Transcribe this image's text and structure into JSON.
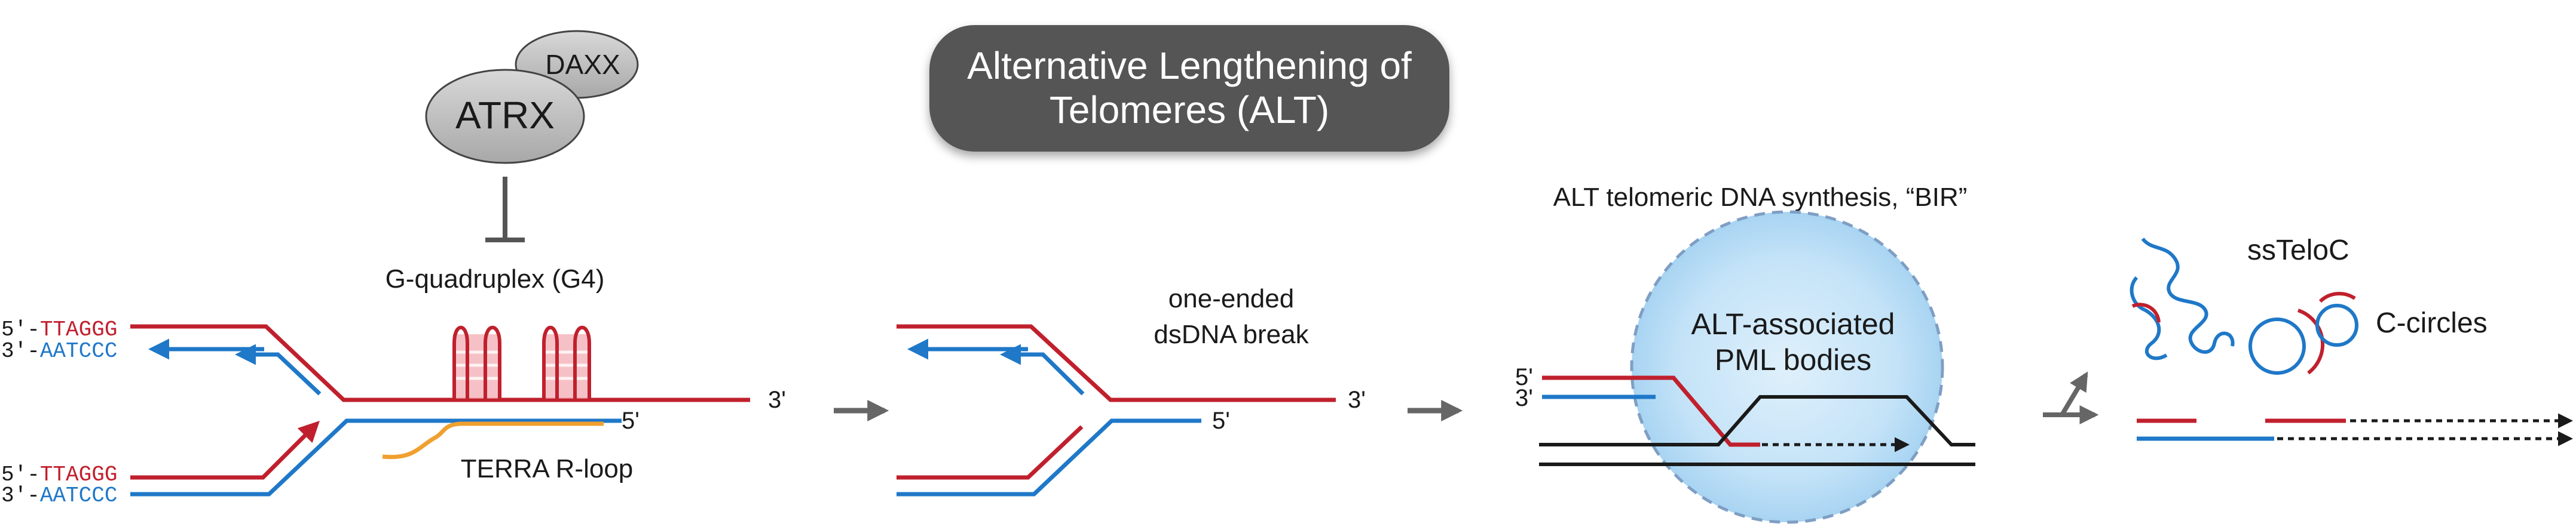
{
  "title": {
    "line1": "Alternative Lengthening of",
    "line2": "Telomeres (ALT)"
  },
  "panel1": {
    "protein_atrx": "ATRX",
    "protein_daxx": "DAXX",
    "g4_label": "G-quadruplex (G4)",
    "rloop_label": "TERRA R-loop",
    "top_strand_top_prefix": "5'-",
    "top_strand_top_seq": "TTAGGG",
    "top_strand_bottom_prefix": "3'-",
    "top_strand_bottom_seq": "AATCCC",
    "bottom_strand_top_prefix": "5'-",
    "bottom_strand_top_seq": "TTAGGG",
    "bottom_strand_bottom_prefix": "3'-",
    "bottom_strand_bottom_seq": "AATCCC",
    "end_3prime": "3'",
    "rna_5prime": "5'"
  },
  "panel2": {
    "break_label_line1": "one-ended",
    "break_label_line2": "dsDNA break",
    "end_3prime": "3'",
    "end_5prime": "5'"
  },
  "panel3": {
    "heading": "ALT telomeric DNA synthesis, “BIR”",
    "body_line1": "ALT-associated",
    "body_line2": "PML bodies",
    "label_5prime": "5'",
    "label_3prime": "3'"
  },
  "panel4": {
    "ssteloc_label": "ssTeloC",
    "ccircles_label": "C-circles"
  },
  "colors": {
    "g_strand_red": "#c0202d",
    "c_strand_blue": "#1f78c8",
    "terra_orange": "#f0a030",
    "g4_pink": "#f2a7ae",
    "title_bg": "#555555",
    "protein_fill": "#bdbdbd",
    "pml_body_fill": "#bfe0f7",
    "arrow_gray": "#666666"
  },
  "icons": {
    "inhibition": "t-bar-inhibition-icon",
    "step_arrow": "right-arrow-icon",
    "branch_arrow": "branching-arrow-icon"
  }
}
